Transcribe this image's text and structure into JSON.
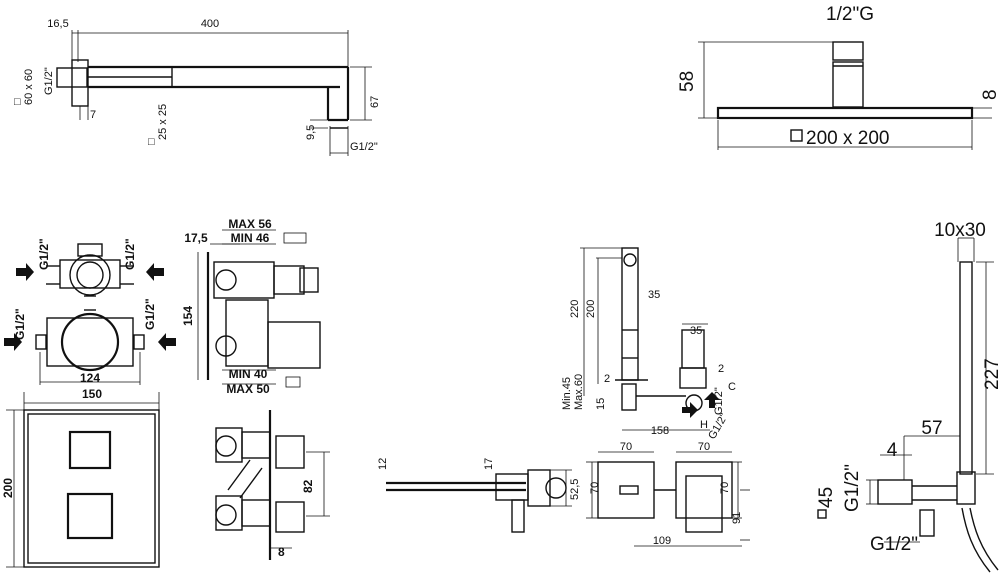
{
  "arm": {
    "len": "400",
    "off": "16,5",
    "plate": "60 x 60",
    "thread1": "G1/2\"",
    "tube": "25 x 25",
    "d7": "7",
    "d95": "9,5",
    "d67": "67",
    "thread2": "G1/2\""
  },
  "head": {
    "thread": "1/2\"G",
    "h": "58",
    "thk": "8",
    "size": "200 x 200"
  },
  "valve": {
    "g1": "G1/2\"",
    "g2": "G1/2\"",
    "g3": "G1/2\"",
    "g4": "G1/2\"",
    "w": "124",
    "d175": "17,5",
    "max56": "MAX 56",
    "min46": "MIN 46",
    "h154": "154",
    "min40": "MIN 40",
    "max50": "MAX 50"
  },
  "plate": {
    "w": "150",
    "h": "200",
    "d82": "82",
    "d8": "8"
  },
  "spout": {
    "d35a": "35",
    "d220": "220",
    "d200": "200",
    "d35b": "35",
    "d2a": "2",
    "d2b": "2",
    "min45": "Min.45",
    "max60": "Max.60",
    "d15": "15",
    "d158": "158",
    "gh": "G1/2\"",
    "gv": "G1/2\"",
    "c": "C",
    "h": "H",
    "d12": "12",
    "d17": "17",
    "d525": "52,5",
    "d70a": "70",
    "d70b": "70",
    "d70c": "70",
    "d70d": "70",
    "d109": "109",
    "d91": "91"
  },
  "hand": {
    "d10x30": "10x30",
    "d227": "227",
    "d57": "57",
    "d4": "4",
    "d45": "45",
    "g1": "G1/2\"",
    "g2": "G1/2\""
  }
}
